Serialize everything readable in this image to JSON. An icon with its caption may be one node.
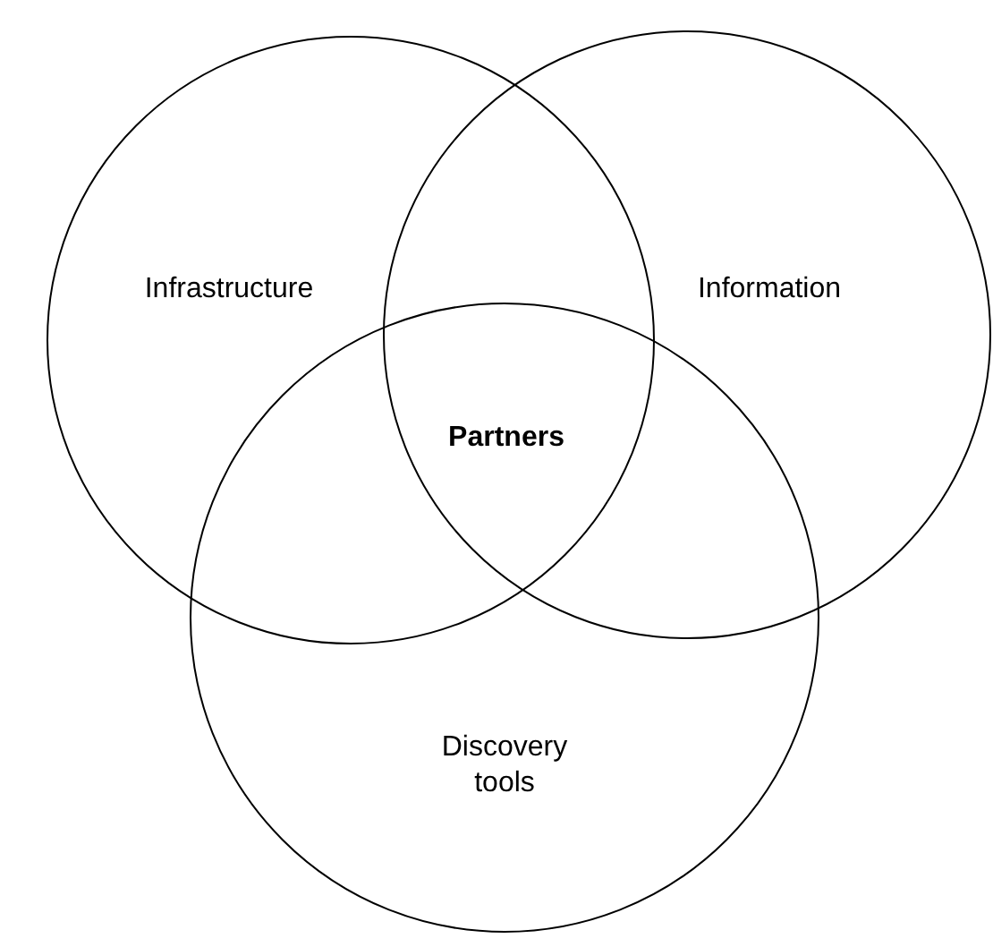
{
  "diagram": {
    "nodes": [
      {
        "text": [
          "Infrastructure"
        ]
      },
      {
        "text": [
          "Information"
        ]
      },
      {
        "text": [
          "Discovery tools"
        ]
      }
    ],
    "labels": [
      "Partners"
    ]
  }
}
